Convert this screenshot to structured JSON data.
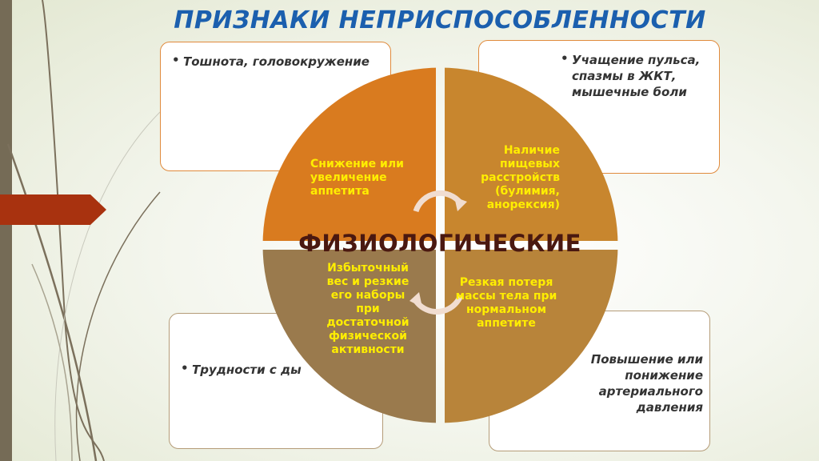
{
  "title": "ПРИЗНАКИ НЕПРИСПОСОБЛЕННОСТИ",
  "center": "ФИЗИОЛОГИЧЕСКИЕ",
  "boxes": {
    "top_left": "Тошнота, головокружение",
    "top_right": "Учащение пульса, спазмы в ЖКТ, мышечные боли",
    "bottom_left": "Трудности с ды",
    "bottom_right": "Повышение или понижение артериального давления"
  },
  "quadrants": {
    "top_left": "Снижение или увеличение аппетита",
    "top_right": "Наличие пищевых расстройств (булимия, анорексия)",
    "bottom_left": "Избыточный вес и резкие его наборы при достаточной физической активности",
    "bottom_right": "Резкая потеря массы тела при нормальном аппетите"
  },
  "colors": {
    "title": "#1b5fae",
    "q1": "#d97b1f",
    "q2": "#c8862e",
    "q3": "#9a7a4d",
    "q4": "#b8843a"
  }
}
